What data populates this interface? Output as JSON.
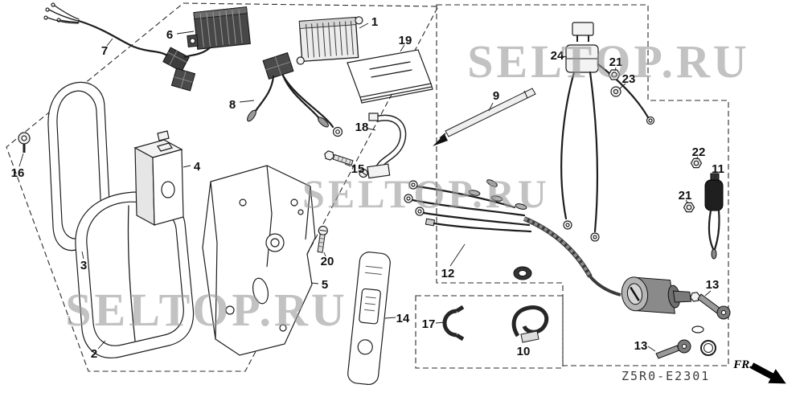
{
  "watermarks": {
    "top_right": "SELTOP.RU",
    "middle": "SELTOP.RU",
    "bottom_left": "SELTOP.RU"
  },
  "footer": {
    "diagram_code": "Z5R0-E2301",
    "direction_label": "FR."
  },
  "labels": {
    "p1": "1",
    "p2": "2",
    "p3": "3",
    "p4": "4",
    "p5": "5",
    "p6": "6",
    "p7": "7",
    "p8": "8",
    "p9": "9",
    "p10": "10",
    "p11": "11",
    "p12": "12",
    "p13a": "13",
    "p13b": "13",
    "p14": "14",
    "p15": "15",
    "p16": "16",
    "p17": "17",
    "p18": "18",
    "p19": "19",
    "p20": "20",
    "p21a": "21",
    "p21b": "21",
    "p22": "22",
    "p23": "23",
    "p24": "24"
  }
}
